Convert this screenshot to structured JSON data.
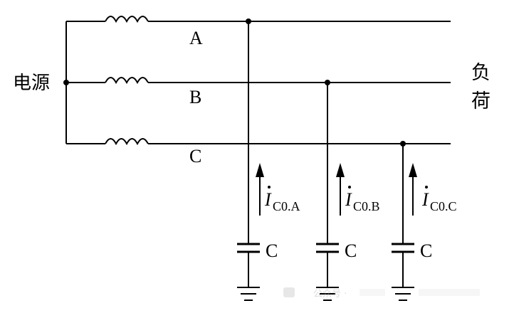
{
  "source_label": "电源",
  "load_label": [
    "负",
    "荷"
  ],
  "phases": [
    {
      "label": "A"
    },
    {
      "label": "B"
    },
    {
      "label": "C"
    }
  ],
  "branches": [
    {
      "phase": "A",
      "current_symbol": "I",
      "current_subscript": "C0.A",
      "capacitor_label": "C"
    },
    {
      "phase": "B",
      "current_symbol": "I",
      "current_subscript": "C0.B",
      "capacitor_label": "C"
    },
    {
      "phase": "C",
      "current_symbol": "I",
      "current_subscript": "C0.C",
      "capacitor_label": "C"
    }
  ],
  "watermark": "公众号 ·"
}
